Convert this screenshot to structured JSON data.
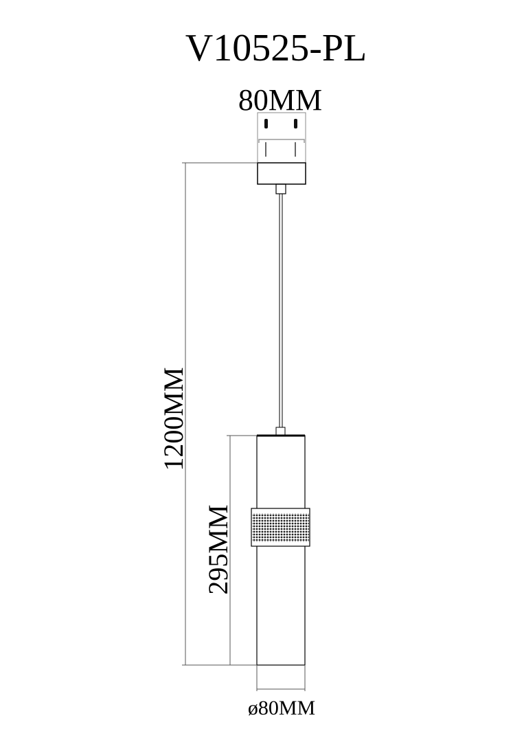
{
  "title": "V10525-PL",
  "dimensions": {
    "canopy_width": "80MM",
    "total_height": "1200MM",
    "shade_height": "295MM",
    "shade_diameter": "ø80MM"
  },
  "colors": {
    "line": "#000000",
    "dim_line": "#555555",
    "background": "#ffffff"
  }
}
